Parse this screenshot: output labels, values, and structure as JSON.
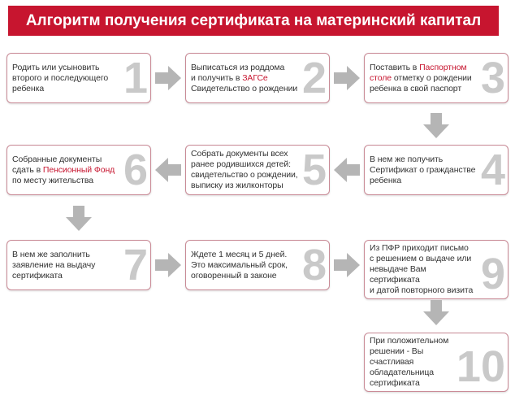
{
  "title": "Алгоритм получения сертификата на материнский капитал",
  "colors": {
    "accent": "#c7152f",
    "arrow": "#b5b5b5",
    "number": "#c9c9c9"
  },
  "steps": [
    {
      "number": "1",
      "lines": [
        [
          {
            "t": "Родить или усыновить"
          }
        ],
        [
          {
            "t": "второго и последующего"
          }
        ],
        [
          {
            "t": "ребенка"
          }
        ]
      ]
    },
    {
      "number": "2",
      "lines": [
        [
          {
            "t": "Выписаться из роддома"
          }
        ],
        [
          {
            "t": "и получить в "
          },
          {
            "t": "ЗАГСе",
            "hl": true
          }
        ],
        [
          {
            "t": "Свидетельство о рождении"
          }
        ]
      ]
    },
    {
      "number": "3",
      "lines": [
        [
          {
            "t": "Поставить в "
          },
          {
            "t": "Паспортном",
            "hl": true
          }
        ],
        [
          {
            "t": "столе",
            "hl": true
          },
          {
            "t": " отметку о рождении"
          }
        ],
        [
          {
            "t": "ребенка в свой паспорт"
          }
        ]
      ]
    },
    {
      "number": "4",
      "lines": [
        [
          {
            "t": "В нем же получить"
          }
        ],
        [
          {
            "t": "Сертификат о гражданстве"
          }
        ],
        [
          {
            "t": "ребенка"
          }
        ]
      ]
    },
    {
      "number": "5",
      "lines": [
        [
          {
            "t": "Собрать документы всех"
          }
        ],
        [
          {
            "t": "ранее родившихся детей:"
          }
        ],
        [
          {
            "t": "свидетельство о рождении,"
          }
        ],
        [
          {
            "t": "выписку из жилконторы"
          }
        ]
      ]
    },
    {
      "number": "6",
      "lines": [
        [
          {
            "t": "Собранные документы"
          }
        ],
        [
          {
            "t": "сдать в "
          },
          {
            "t": "Пенсионный Фонд",
            "hl": true
          }
        ],
        [
          {
            "t": "по месту жительства"
          }
        ]
      ]
    },
    {
      "number": "7",
      "lines": [
        [
          {
            "t": "В нем же заполнить"
          }
        ],
        [
          {
            "t": "заявление на выдачу"
          }
        ],
        [
          {
            "t": "сертификата"
          }
        ]
      ]
    },
    {
      "number": "8",
      "lines": [
        [
          {
            "t": "Ждете 1 месяц и 5 дней."
          }
        ],
        [
          {
            "t": "Это максимальный срок,"
          }
        ],
        [
          {
            "t": "оговоренный в законе"
          }
        ]
      ]
    },
    {
      "number": "9",
      "lines": [
        [
          {
            "t": "Из ПФР приходит письмо"
          }
        ],
        [
          {
            "t": "с решением о выдаче или"
          }
        ],
        [
          {
            "t": "невыдаче Вам сертификата"
          }
        ],
        [
          {
            "t": "и датой повторного визита"
          }
        ]
      ]
    },
    {
      "number": "10",
      "lines": [
        [
          {
            "t": "При положительном"
          }
        ],
        [
          {
            "t": "решении - Вы счастливая"
          }
        ],
        [
          {
            "t": "обладательница"
          }
        ],
        [
          {
            "t": "сертификата"
          }
        ]
      ]
    }
  ]
}
